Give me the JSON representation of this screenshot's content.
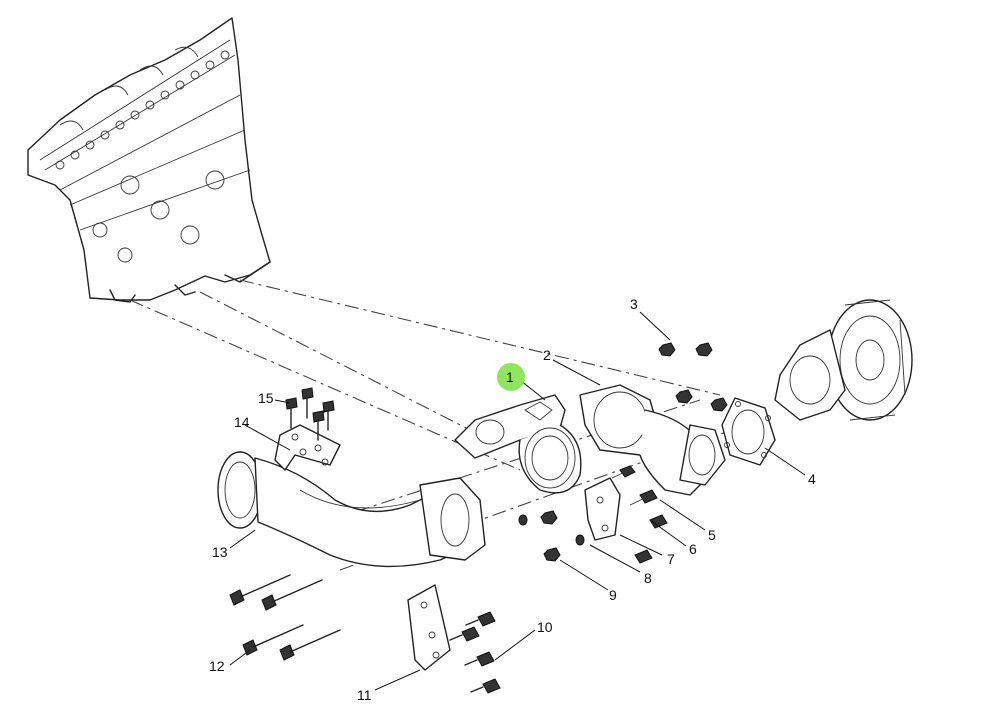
{
  "diagram": {
    "callouts": [
      {
        "id": "1",
        "label": "1",
        "highlighted": true
      },
      {
        "id": "2",
        "label": "2"
      },
      {
        "id": "3",
        "label": "3"
      },
      {
        "id": "4",
        "label": "4"
      },
      {
        "id": "5",
        "label": "5"
      },
      {
        "id": "6",
        "label": "6"
      },
      {
        "id": "7",
        "label": "7"
      },
      {
        "id": "8",
        "label": "8"
      },
      {
        "id": "9",
        "label": "9"
      },
      {
        "id": "10",
        "label": "10"
      },
      {
        "id": "11",
        "label": "11"
      },
      {
        "id": "12",
        "label": "12"
      },
      {
        "id": "13",
        "label": "13"
      },
      {
        "id": "14",
        "label": "14"
      },
      {
        "id": "15",
        "label": "15"
      }
    ],
    "highlight_color": "#8ee65a"
  }
}
